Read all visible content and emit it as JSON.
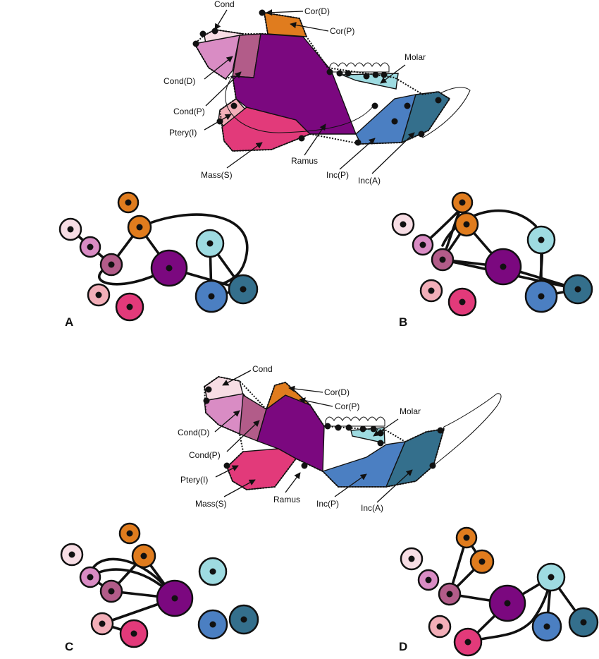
{
  "labels": {
    "cond": "Cond",
    "cor_d": "Cor(D)",
    "cor_p": "Cor(P)",
    "molar": "Molar",
    "cond_d": "Cond(D)",
    "cond_p": "Cond(P)",
    "ptery_i": "Ptery(I)",
    "mass_s": "Mass(S)",
    "ramus": "Ramus",
    "inc_p": "Inc(P)",
    "inc_a": "Inc(A)"
  },
  "panels": {
    "a": "A",
    "b": "B",
    "c": "C",
    "d": "D"
  },
  "colors": {
    "cond": "#f7dde4",
    "cond_d": "#d98cc4",
    "cond_p": "#b25c89",
    "ptery_i": "#f2aeb8",
    "mass_s": "#e23a7a",
    "ramus": "#7b087f",
    "cor": "#e07c1e",
    "molar": "#9edbe1",
    "inc_p": "#4b7fc2",
    "inc_a": "#346f8c"
  }
}
